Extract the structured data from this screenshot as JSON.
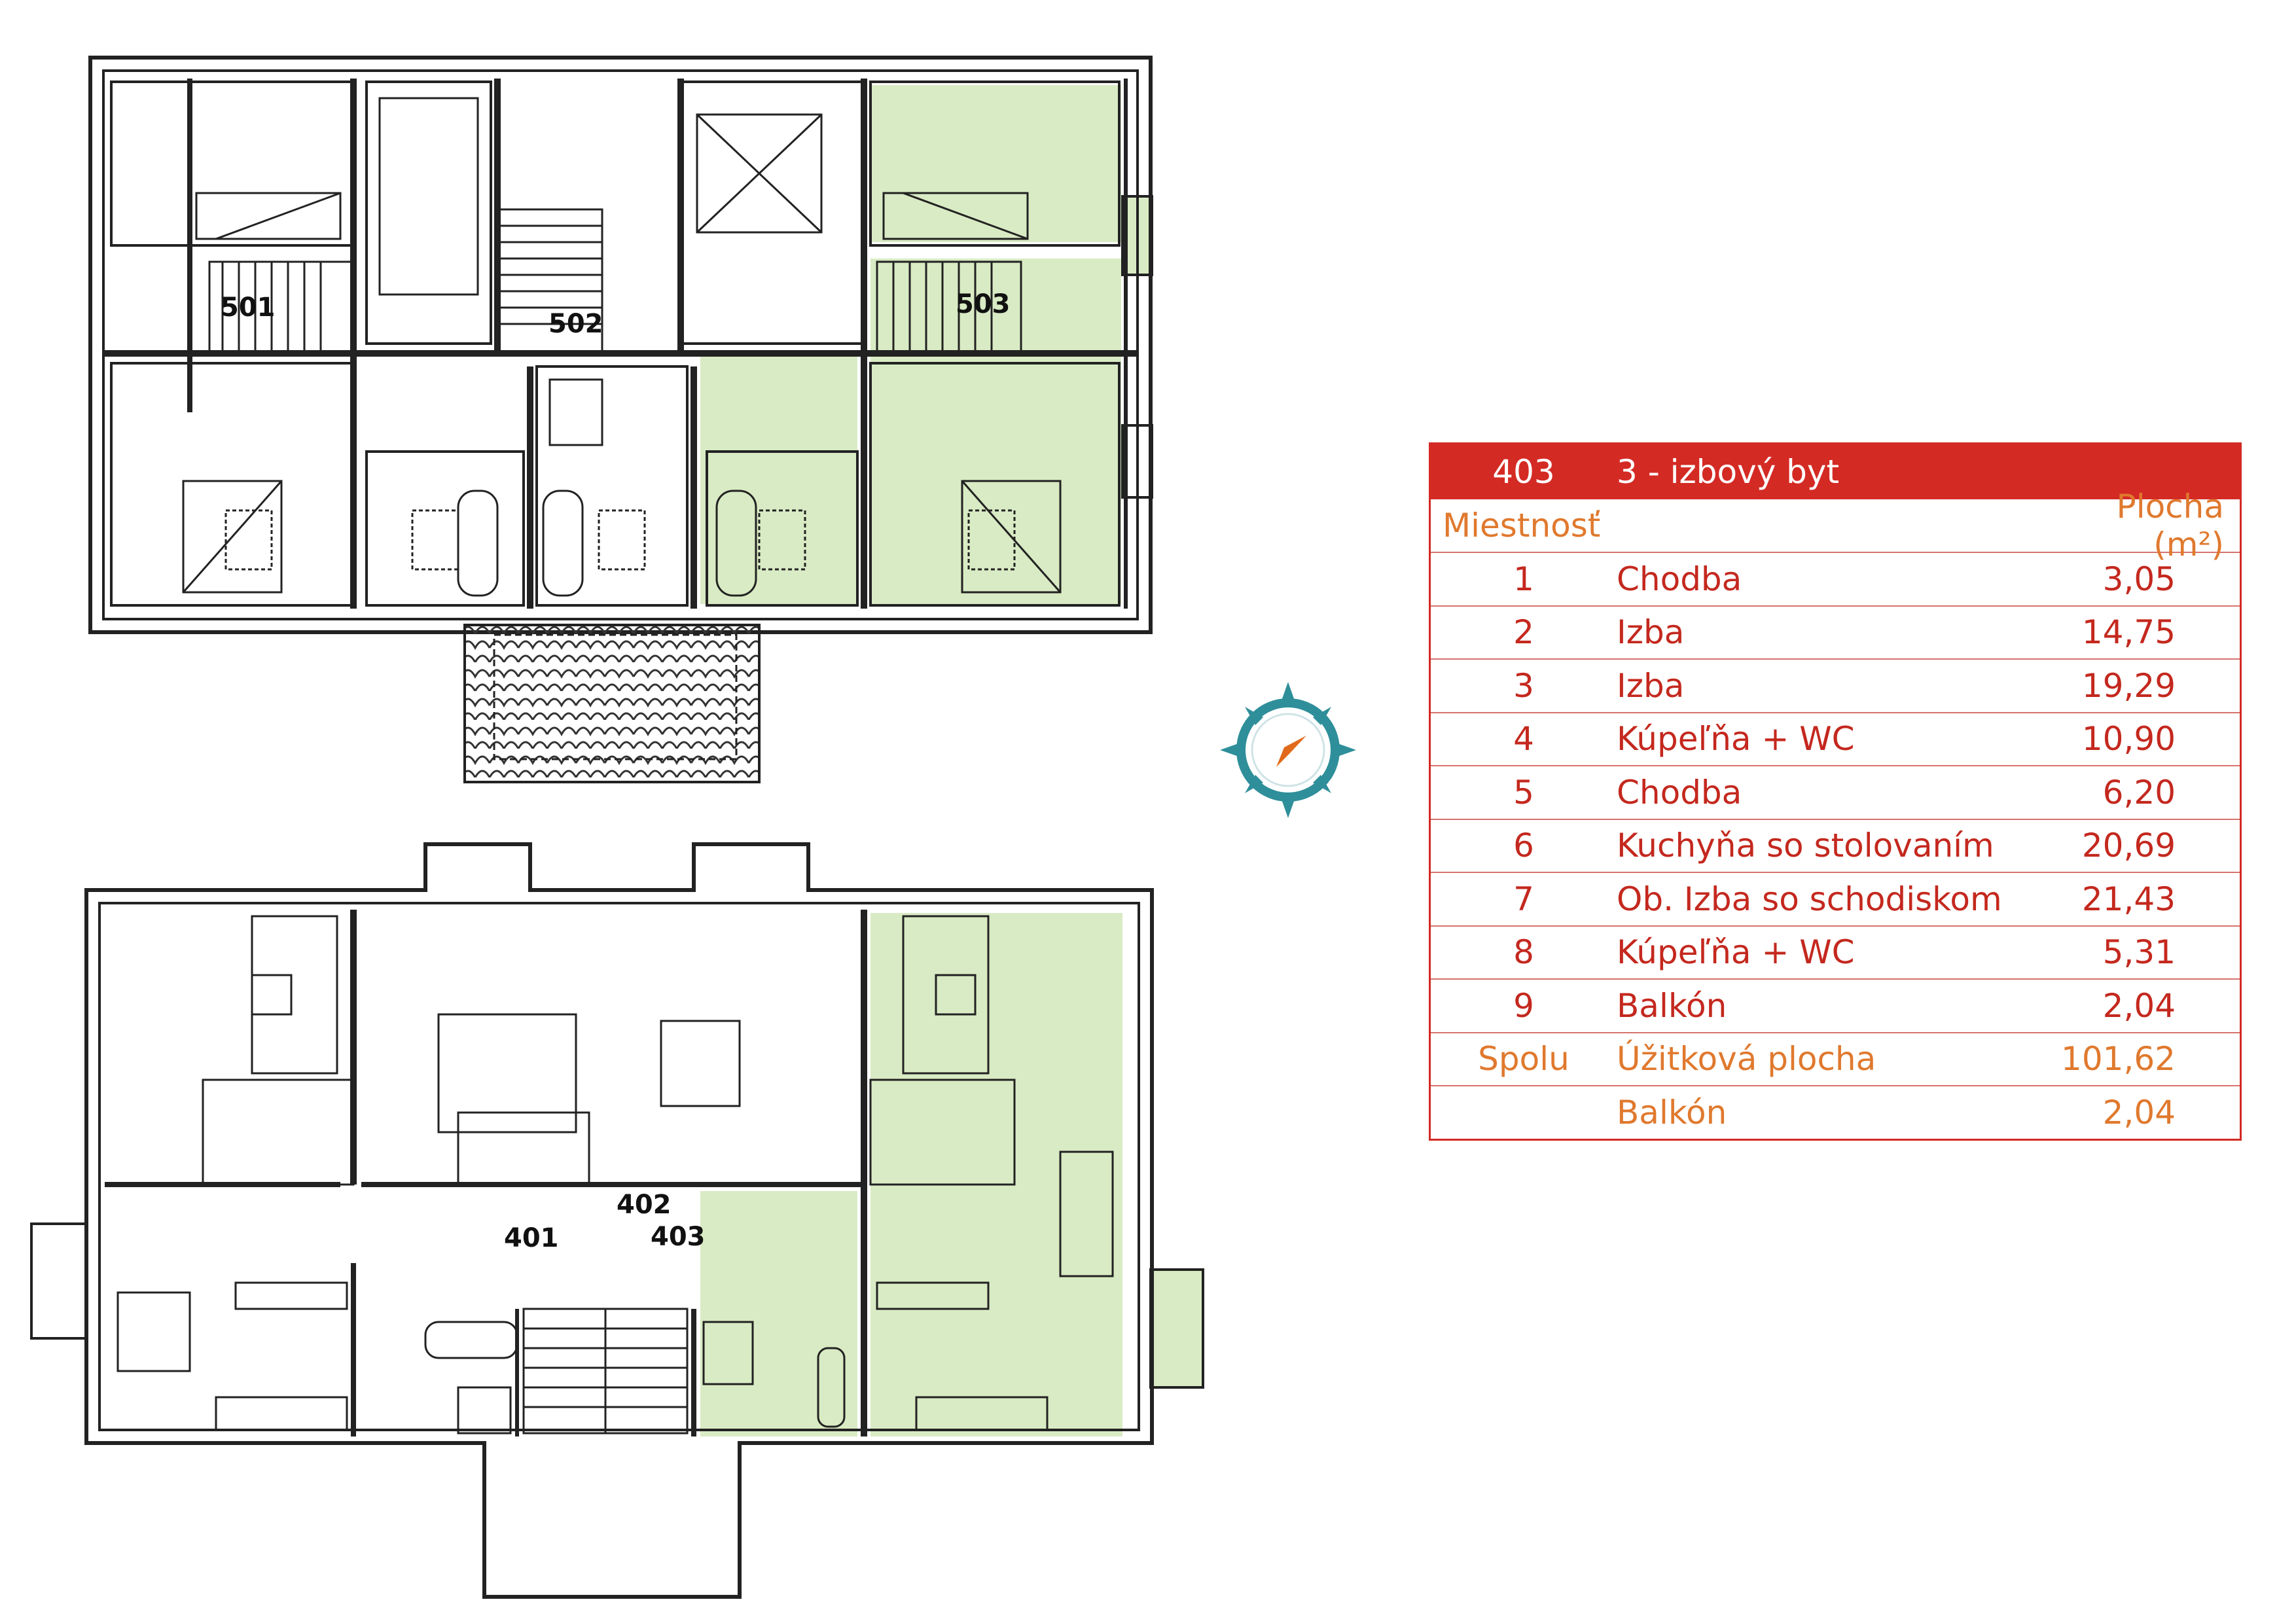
{
  "plan": {
    "units": [
      "501",
      "502",
      "503",
      "401",
      "402",
      "403"
    ],
    "highlight_color": "#d9ebc4",
    "compass_colors": {
      "ring": "#2e8f9a",
      "needle_light": "#f2a24a",
      "needle_dark": "#e06a1a"
    }
  },
  "table": {
    "apartment_no": "403",
    "apartment_type": "3 - izbový byt",
    "col_room": "Miestnosť",
    "col_area": "Plocha (m²)",
    "rooms": [
      {
        "no": "1",
        "name": "Chodba",
        "area": "3,05"
      },
      {
        "no": "2",
        "name": "Izba",
        "area": "14,75"
      },
      {
        "no": "3",
        "name": "Izba",
        "area": "19,29"
      },
      {
        "no": "4",
        "name": "Kúpeľňa + WC",
        "area": "10,90"
      },
      {
        "no": "5",
        "name": "Chodba",
        "area": "6,20"
      },
      {
        "no": "6",
        "name": "Kuchyňa so stolovaním",
        "area": "20,69"
      },
      {
        "no": "7",
        "name": "Ob. Izba so schodiskom",
        "area": "21,43"
      },
      {
        "no": "8",
        "name": "Kúpeľňa + WC",
        "area": "5,31"
      },
      {
        "no": "9",
        "name": "Balkón",
        "area": "2,04"
      }
    ],
    "total_label": "Spolu",
    "total_name": "Úžitková plocha",
    "total_area": "101,62",
    "balcony_name": "Balkón",
    "balcony_area": "2,04",
    "colors": {
      "header_bg": "#d42a24",
      "text": "#c4281e",
      "accent": "#e0792e"
    }
  }
}
